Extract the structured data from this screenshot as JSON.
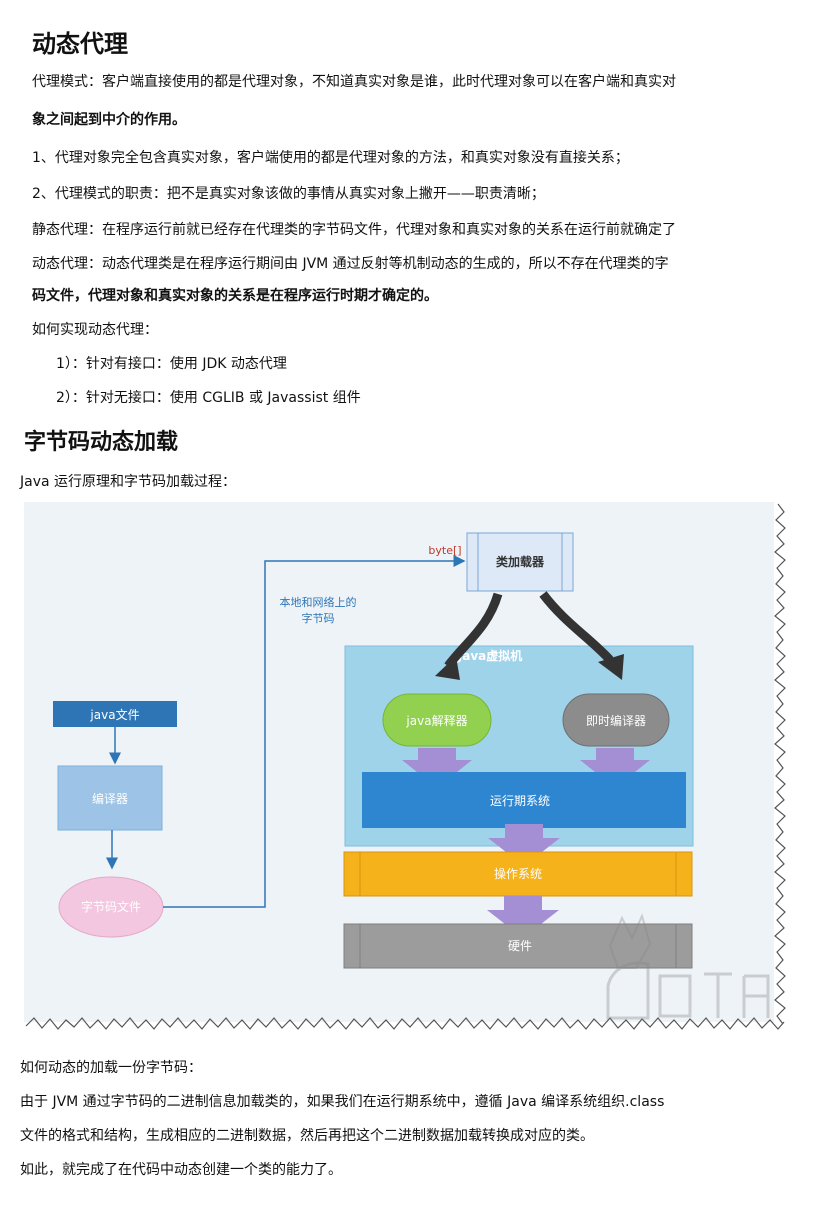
{
  "section1": {
    "title": "动态代理",
    "p1_line1": "代理模式：客户端直接使用的都是代理对象，不知道真实对象是谁，此时代理对象可以在客户端和真实对",
    "p1_line2": "象之间起到中介的作用。",
    "p2": "1、代理对象完全包含真实对象，客户端使用的都是代理对象的方法，和真实对象没有直接关系；",
    "p3": "2、代理模式的职责：把不是真实对象该做的事情从真实对象上撇开——职责清晰；",
    "p4": "静态代理：在程序运行前就已经存在代理类的字节码文件，代理对象和真实对象的关系在运行前就确定了",
    "p5_line1": "动态代理：动态代理类是在程序运行期间由 JVM 通过反射等机制动态的生成的，所以不存在代理类的字",
    "p5_line2": "码文件，代理对象和真实对象的关系是在程序运行时期才确定的。",
    "p6": "如何实现动态代理：",
    "li1": "1）：针对有接口：使用 JDK 动态代理",
    "li2": "2）：针对无接口：使用 CGLIB 或 Javassist 组件"
  },
  "section2": {
    "title": "字节码动态加载",
    "intro": "Java 运行原理和字节码加载过程：",
    "after1": "如何动态的加载一份字节码：",
    "after2_line1": "由于 JVM 通过字节码的二进制信息加载类的，如果我们在运行期系统中，遵循 Java 编译系统组织.class",
    "after2_line2": "文件的格式和结构，生成相应的二进制数据，然后再把这个二进制数据加载转换成对应的类。",
    "after3": "如此，就完成了在代码中动态创建一个类的能力了。"
  },
  "diagram": {
    "java_file": "java文件",
    "compiler": "编译器",
    "bytecode_file": "字节码文件",
    "local_network_line1": "本地和网络上的",
    "local_network_line2": "字节码",
    "byte_label": "byte[]",
    "class_loader": "类加载器",
    "jvm": "Java虚拟机",
    "interpreter": "java解释器",
    "jit": "即时编译器",
    "runtime": "运行期系统",
    "os": "操作系统",
    "hardware": "硬件",
    "colors": {
      "java_file_bg": "#2e75b6",
      "compiler_bg": "#9dc3e6",
      "bytecode_bg": "#f4c7e0",
      "jvm_bg": "#9fd3ea",
      "interpreter_bg": "#92d050",
      "jit_bg": "#8c8c8c",
      "runtime_bg": "#2e86d1",
      "os_bg": "#f5b21b",
      "hardware_bg": "#9c9c9c",
      "arrow_purple": "#a58fd4",
      "byte_red": "#c0392b"
    }
  }
}
